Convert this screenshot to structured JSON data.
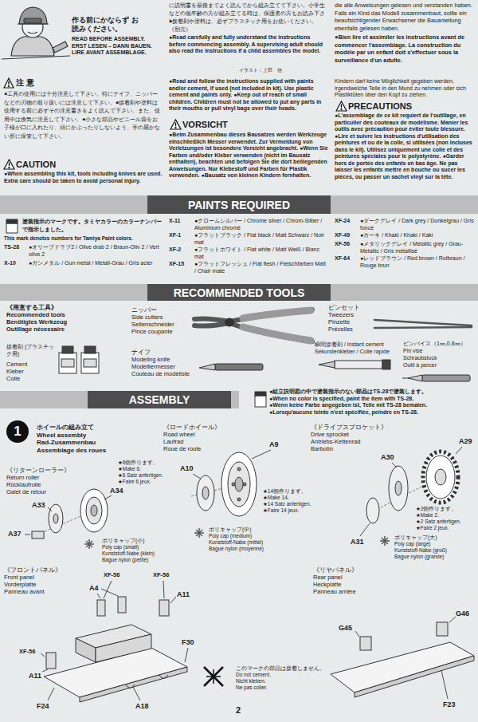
{
  "diagram": {
    "nodes": [
      {
        "text": [
          "PAINTS REQUIRED"
        ]
      },
      {
        "text": [
          "RECOMMENDED TOOLS"
        ]
      },
      {
        "text": [
          "ASSEMBLY"
        ]
      },
      {
        "text": [
          "1"
        ]
      }
    ],
    "labels": [
      "作る前にかならず お読みください。",
      "READ BEFORE ASSEMBLY.",
      "ERST LESEN – DANN BAUEN.",
      "LIRE AVANT ASSEMBLAGE.",
      "イラスト：上田　信",
      "に説明書を最後までよく読んでから組み立てて下さい。小学生などの低年齢の方が組み立てる時は、保護者の方もお読み下さい。",
      "●接着剤や塗料は、必ずプラスチック用をお使いください。（別売）",
      "●Read carefully and fully understand the instructions before commencing assembly. A supervising adult should also read the instructions if a child assembles the model.",
      "die alle Anweisungen gelesen und verstanden haben. Falls ein Kind das Modell zusammenbaut, sollte ein beaufsichtigender Erwachsener die Bauanleitung ebenfalls gelesen haben.",
      "●Bien lire et assimiler les instructions avant de commencer l'assemblage. La construction du modèle par un enfant doit s'effectuer sous la surveillance d'un adulte.",
      "注 意",
      "●工具の使用には十分注意して下さい。特にナイフ、ニッパーなどの刃物の取り扱いには注意して下さい。●接着剤や塗料は使用する前に必ずその注意書きをよく読んで下さい。また、使用中は換気に注意して下さい。●小さな部品やビニール袋をお子様が口に入れたり、頭にかぶったりしないよう、手の届かない所に保管して下さい。",
      "CAUTION",
      "●When assembling this kit, tools including knives are used. Extra care should be taken to avoid personal injury.",
      "●Read and follow the instructions supplied with paints and/or cement, if used (not included in kit). Use plastic cement and paints only. ●Keep out of reach of small children. Children must not be allowed to put any parts in their mouths or pull vinyl bags over their heads.",
      "VORSICHT",
      "●Beim Zusammenbau dieses Bausatzes werden Werkzeuge einschließlich Messer verwendet. Zur Vermeidung von Verletzungen ist besondere Vorsicht angebracht. ●Wenn Sie Farben und/oder Kleber verwenden (nicht im Bausatz enthalten), beachten und befolgen Sie die dort beiliegenden Anweisungen. Nur Klebestoff und Farben für Plastik verwenden. ●Bausatz von kleinen Kindern fernhalten.",
      "Kindern darf keine Möglichkeit gegeben werden, irgendwelche Teile in den Mund zu nehmen oder sich Plastiktüten über den Kopf zu ziehen.",
      "PRECAUTIONS",
      "●L'assemblage de ce kit requiert de l'outillage, en particulier des couteaux de modélisme. Manier les outils avec précaution pour éviter toute blessure. ●Lire et suivre les instructions d'utilisation des peintures et ou de la colle, si utilisées (non incluses dans le kit). Utilisez uniquement une colle et des peintures spéciales pour le polystyrène. ●Garder hors de portée des enfants en bas âge. Ne pas laisser les enfants mettre en bouche ou sucer les pièces, ou passer un sachet vinyl sur la tête.",
      "塗装指示のマークです。タミヤカラーのカラーナンバーで指示しました。",
      "This mark denotes numbers for Tamiya Paint colors.",
      "TS-28",
      "●オリーブドラブ2 / Olive drab 2 / Braun-Oliv 2 / Vert olive 2",
      "X-10",
      "●ガンメタル / Gun metal / Metall-Grau / Gris acier",
      "X-11",
      "●クロームシルバー / Chrome silver / Chrom-Silber / Aluminium chromé",
      "XF-1",
      "●フラットブラック / Flat black / Matt Schwarz / Noir mat",
      "XF-2",
      "●フラットホワイト / Flat white / Matt Weiß / Blanc mat",
      "XF-15",
      "●フラットフレッシュ / Flat flesh / Fleischfarben Matt / Chair mate",
      "XF-24",
      "●ダークグレイ / Dark grey / Dunkelgrau / Gris foncé",
      "XF-49",
      "●カーキ / Khaki / Khaki / Kaki",
      "XF-56",
      "●メタリックグレイ / Metallic grey / Grau-Metallic / Gris métallisé",
      "XF-64",
      "●レッドブラウン / Red brown / Rotbraun / Rouge brun",
      "《用意する工具》",
      "Recommended tools",
      "Benötigtes Werkzeug",
      "Outillage nécessaire",
      "ニッパー",
      "Side cutters",
      "Seitenschneider",
      "Pince coupante",
      "ピンセット",
      "Tweezers",
      "Pinzette",
      "Précelles",
      "接着剤 (プラスチック用)",
      "Cement",
      "Kleber",
      "Colle",
      "ナイフ",
      "Modeling knife",
      "Modelliermesser",
      "Couteau de modéliste",
      "瞬間接着剤 / Instant cement",
      "Sekundenkleber / Colle rapide",
      "ピンバイス（1㎜,0.8㎜）",
      "Pin vise",
      "Schraubstock",
      "Outil à percer",
      "●組立説明図の中で塗装指示のない部品はTS-28で塗装します。",
      "●When no color is specified, paint the item with TS-28.",
      "●Wenn keine Farbe angegeben ist, Teile mit TS-28 bemalen.",
      "●Lorsqu'aucune teinte n'est spécifiée, peindre en TS-28.",
      "ホイールの組み立て",
      "Wheel assembly",
      "Rad-Zusammenbau",
      "Assemblage des roues",
      "《リターンローラー》",
      "Return roller",
      "Rücklaufrolle",
      "Galet de retour",
      "★6個作ります。",
      "★Make 6.",
      "★6 Satz anfertigen.",
      "★Faire 6 jeux.",
      "A33",
      "A34",
      "A37",
      "ポリキャップ(小)",
      "Poly cap (small)",
      "Kunststoff-Nabe (klein)",
      "Bague nylon (petite)",
      "《ロードホイール》",
      "Road wheel",
      "Laufrad",
      "Roue de route",
      "A9",
      "A10",
      "★14個作ります。",
      "★Make 14.",
      "★14 Satz anfertigen.",
      "★Faire 14 jeux.",
      "ポリキャップ(中)",
      "Poly cap (medium)",
      "Kunststoff-Nabe (mittel)",
      "Bague nylon (moyenne)",
      "《ドライブスプロケット》",
      "Drive sprocket",
      "Antriebs-Kettenrad",
      "Barbotin",
      "A30",
      "A29",
      "A31",
      "★2個作ります。",
      "★Make 2.",
      "★2 Satz anfertigen.",
      "★Faire 2 jeux.",
      "ポリキャップ(大)",
      "Poly cap (large)",
      "Kunststoff-Nabe (groß)",
      "Bague nylon (grande)",
      "《フロントパネル》",
      "Front panel",
      "Vorderplatte",
      "Panneau avant",
      "XF-56",
      "XF-56",
      "A4",
      "A11",
      "F30",
      "XF-56",
      "A11",
      "F24",
      "A18",
      "《リヤパネル》",
      "Rear panel",
      "Heckplatte",
      "Panneau arrière",
      "G45",
      "G46",
      "F23",
      "このマークの部品は接着しません。",
      "Do not cement.",
      "Nicht kleben.",
      "Ne pas coller.",
      "2"
    ]
  }
}
